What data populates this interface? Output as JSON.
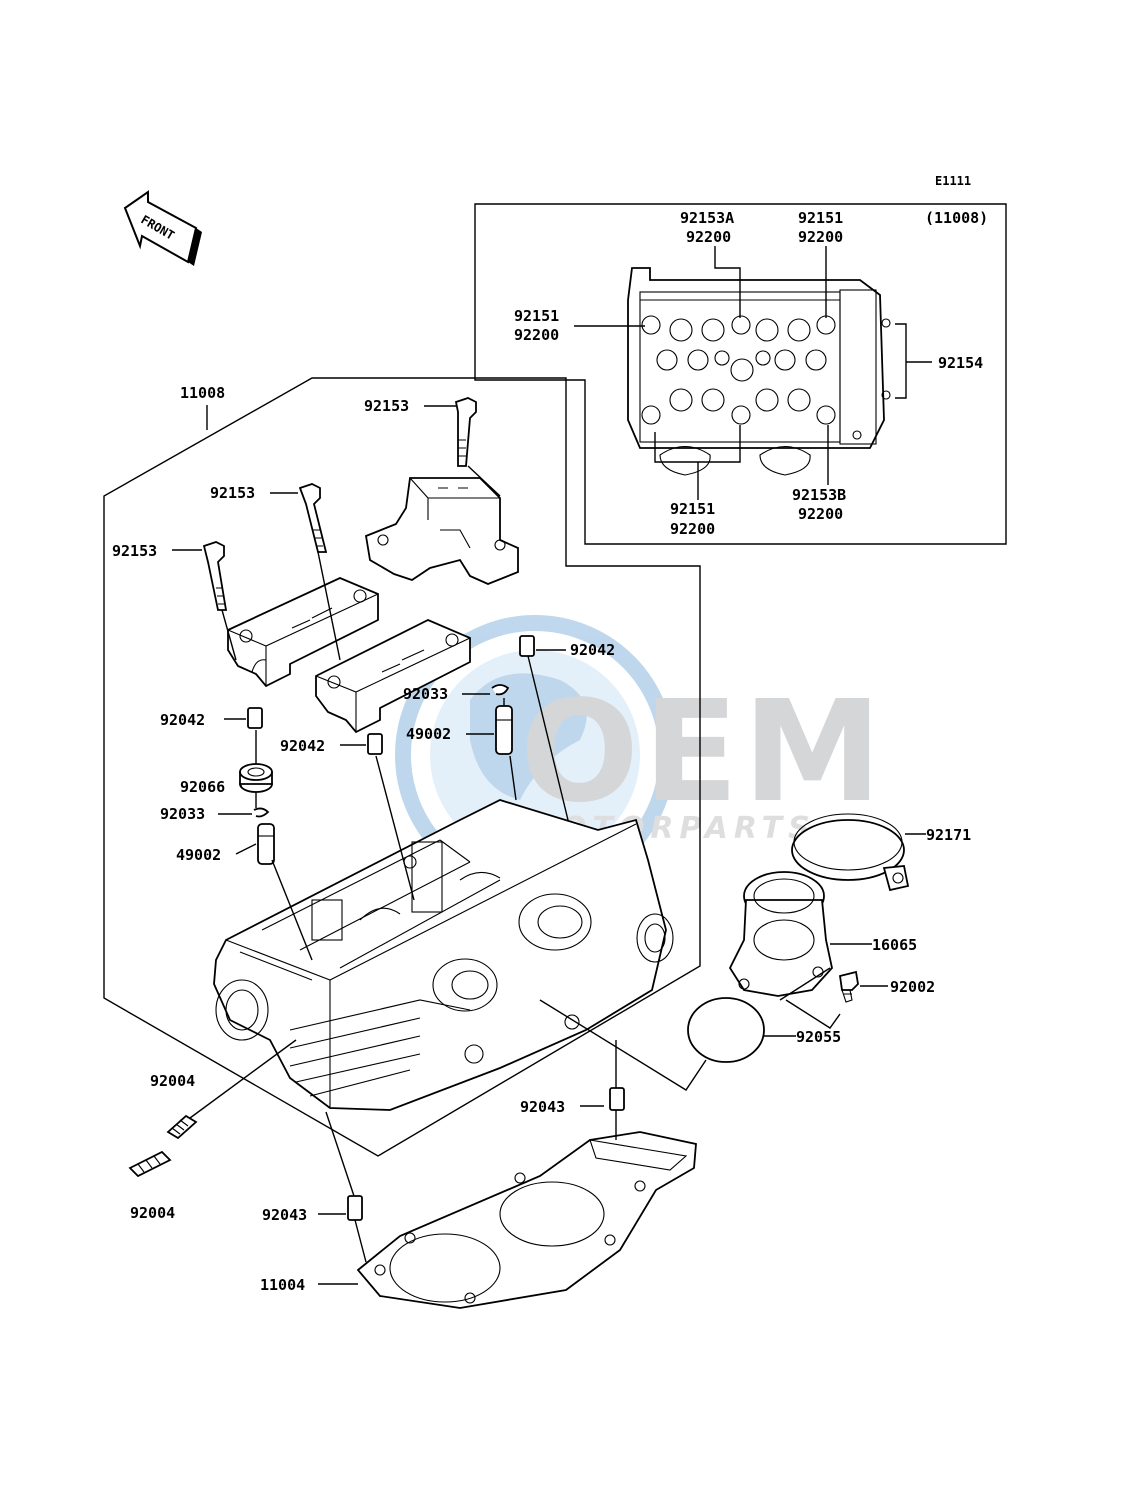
{
  "code": "E1111",
  "direction_label": "FRONT",
  "inset": {
    "title": "(11008)",
    "labels": {
      "top_a_1": "92153A",
      "top_a_2": "92200",
      "top_b_1": "92151",
      "top_b_2": "92200",
      "left_1": "92151",
      "left_2": "92200",
      "right": "92154",
      "bottom_a_1": "92151",
      "bottom_a_2": "92200",
      "bottom_b_1": "92153B",
      "bottom_b_2": "92200"
    }
  },
  "labels": {
    "head": "11008",
    "bolt_1": "92153",
    "bolt_2": "92153",
    "bolt_3": "92153",
    "dowel_1": "92042",
    "dowel_2": "92042",
    "dowel_3": "92042",
    "clip_1": "92033",
    "clip_2": "92033",
    "guide_1": "49002",
    "guide_2": "49002",
    "plug": "92066",
    "clamp": "92171",
    "holder": "16065",
    "screw": "92002",
    "oring": "92055",
    "stud_1": "92004",
    "stud_2": "92004",
    "pin_1": "92043",
    "pin_2": "92043",
    "gasket": "11004"
  },
  "watermark": {
    "brand": "OEM",
    "tagline": "MOTORPARTS",
    "color": "#1e73be"
  }
}
